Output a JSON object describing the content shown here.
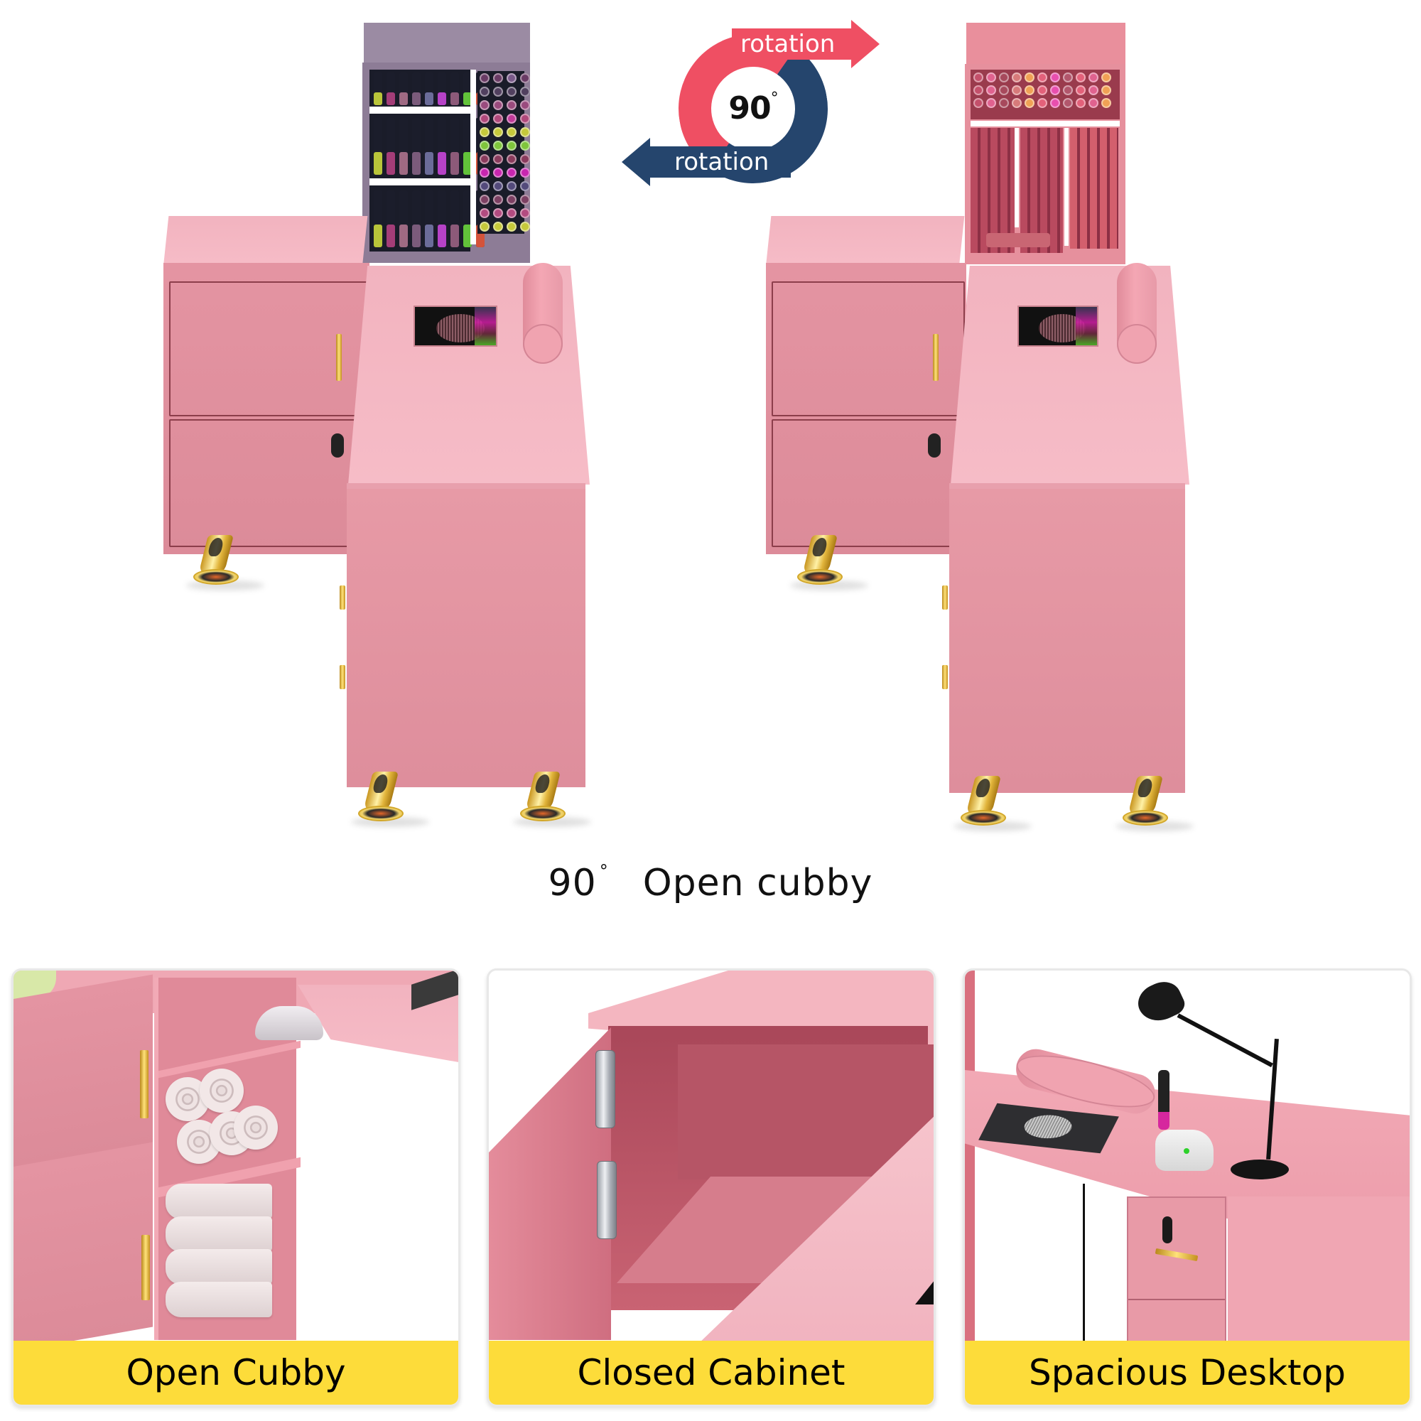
{
  "badge": {
    "angle": "90",
    "degree_symbol": "°",
    "arrow_top_label": "rotation",
    "arrow_bottom_label": "rotation",
    "colors": {
      "red": "#ef4f63",
      "navy": "#25456d"
    }
  },
  "caption": {
    "angle": "90",
    "degree_symbol": "°",
    "text": "Open cubby"
  },
  "products": {
    "left": {
      "description": "Nail desk with cubby rotated 90°, grey-purple cubby with nail polish shelves",
      "cubby_color": "#9a8aa2"
    },
    "right": {
      "description": "Nail desk with pink cubby open, lipstick and polish shelves",
      "cubby_color": "#e9919e"
    }
  },
  "cards": [
    {
      "label": "Open Cubby",
      "scene": "open-shelves-with-towels"
    },
    {
      "label": "Closed Cabinet",
      "scene": "open-cabinet-door-with-hinges"
    },
    {
      "label": "Spacious Desktop",
      "scene": "desk-with-lamp-drill-and-armrest"
    }
  ],
  "colors": {
    "pink": "#e494a2",
    "pink_light": "#f4b8c3",
    "gold": "#e8c04a",
    "label_yellow": "#fddc3a"
  }
}
